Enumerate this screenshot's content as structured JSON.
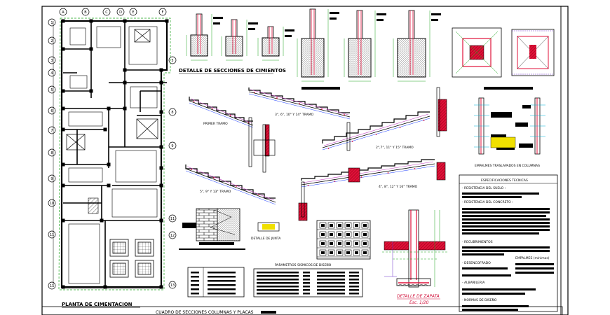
{
  "colors": {
    "ink": "#000000",
    "red": "#e0103a",
    "blue": "#1a3cff",
    "cyan": "#00b4d8",
    "green": "#1aa31a",
    "magenta": "#c03fc0",
    "yellow": "#f0e000",
    "purple": "#6a2fc8"
  },
  "plan": {
    "title": "PLANTA DE CIMENTACION",
    "col_axes": [
      "A",
      "B",
      "C",
      "D",
      "E"
    ],
    "col_axes_right": [
      "F"
    ],
    "row_axes_left": [
      "1",
      "2",
      "3",
      "4",
      "5",
      "6",
      "7",
      "8",
      "9",
      "10",
      "11"
    ],
    "row_axes_right": [
      "5",
      "8",
      "9",
      "11",
      "12",
      "13"
    ]
  },
  "foundation": {
    "title": "DETALLE DE SECCIONES DE CIMIENTOS"
  },
  "stairs": {
    "labels": [
      "PRIMER TRAMO",
      "3°, 6°, 10° Y 14° TRAMO",
      "2°,7°, 11° Y 15° TRAMO",
      "5°, 9° Y 13° TRAMO",
      "4°, 8°, 12° Y 16° TRAMO"
    ]
  },
  "splices": {
    "title": "EMPALMES TRASLAPADOS EN COLUMNAS"
  },
  "joint": {
    "title": "DETALLE DE JUNTA"
  },
  "specs": {
    "title": "ESPECIFICACIONES TECNICAS",
    "items": [
      "- RESISTENCIA DEL SUELO :",
      "- RESISTENCIA DEL CONCRETO :",
      "- RECUBRIMIENTOS",
      "- DESENCOFRADO",
      "EMPALMES (mínimos)",
      "- ALBAÑILERIA",
      "- NORMAS DE DISEÑO"
    ]
  },
  "seismic": {
    "title": "PARAMETROS SISMICOS DE DISEÑO"
  },
  "footing": {
    "title": "DETALLE DE ZAPATA",
    "scale": "Esc. 1/20"
  },
  "columns_table": {
    "title": "CUADRO DE SECCIONES   COLUMNAS Y PLACAS"
  }
}
